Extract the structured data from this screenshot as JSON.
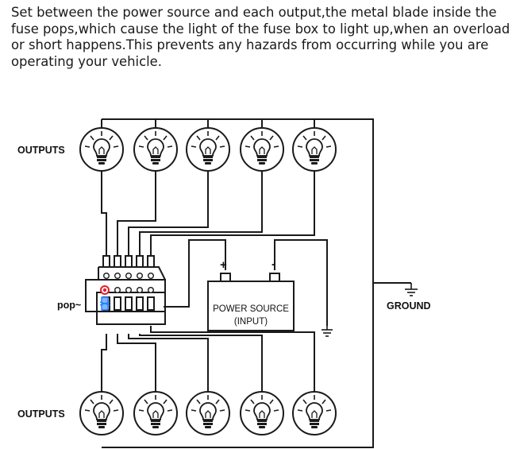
{
  "description": "Set between the power source and each output,the metal blade inside the fuse pops,which cause the light of the fuse box to light up,when an overload or short happens.This prevents any hazards from occurring while you are operating your vehicle.",
  "diagram": {
    "outputs_top_label": "OUTPUTS",
    "outputs_bottom_label": "OUTPUTS",
    "pop_label": "pop~",
    "ground_label": "GROUND",
    "battery_plus": "+",
    "battery_minus": "-",
    "power_source_line1": "POWER SOURCE",
    "power_source_line2": "(INPUT)",
    "colors": {
      "line": "#1a1a1a",
      "indicator_red": "#e0202a",
      "indicator_blue": "#1e78ff"
    },
    "icons": [
      "bulb-icon",
      "ground-icon"
    ]
  }
}
